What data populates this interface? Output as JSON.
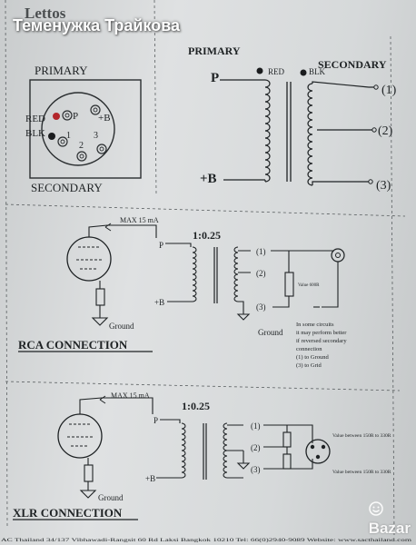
{
  "overlay": {
    "author": "Теменужка Трайкова"
  },
  "pinout": {
    "primary": "PRIMARY",
    "red_label": "RED",
    "p_label": "P",
    "plus_b": "+B",
    "blk_label": "BLK",
    "pin1": "1",
    "pin2": "2",
    "pin3": "3",
    "secondary": "SECONDARY"
  },
  "schematic": {
    "primary": "PRIMARY",
    "secondary": "SECONDARY",
    "p": "P",
    "red": "RED",
    "blk": "BLK",
    "plus_b": "+B",
    "out1": "(1)",
    "out2": "(2)",
    "out3": "(3)"
  },
  "rca": {
    "max_current": "MAX 15 mA",
    "ratio": "1:0.25",
    "p": "P",
    "plus_b": "+B",
    "out1": "(1)",
    "out2": "(2)",
    "out3": "(3)",
    "ground_tube": "Ground",
    "ground_out": "Ground",
    "resistor_value": "Value 600R",
    "note": [
      "In some circuits",
      "it may perform better",
      "if reversed secondary",
      "connection",
      "(1) to Ground",
      "(3) to Grid"
    ],
    "title": "RCA CONNECTION"
  },
  "xlr": {
    "max_current": "MAX 15 mA",
    "ratio": "1:0.25",
    "p": "P",
    "plus_b": "+B",
    "out1": "(1)",
    "out2": "(2)",
    "out3": "(3)",
    "ground": "Ground",
    "value_top": "Value between 150R to 330R",
    "value_bottom": "Value between 150R to 330R",
    "title": "XLR CONNECTION"
  },
  "footer": {
    "text": "AC Thailand    34/137  Vibhawadi-Rangsit 60 Rd   Laksi  Bangkok   10210  Tel: 66(0)2940-9089  Website: www.sacthailand.com"
  },
  "watermark": {
    "text": "Bazar"
  }
}
